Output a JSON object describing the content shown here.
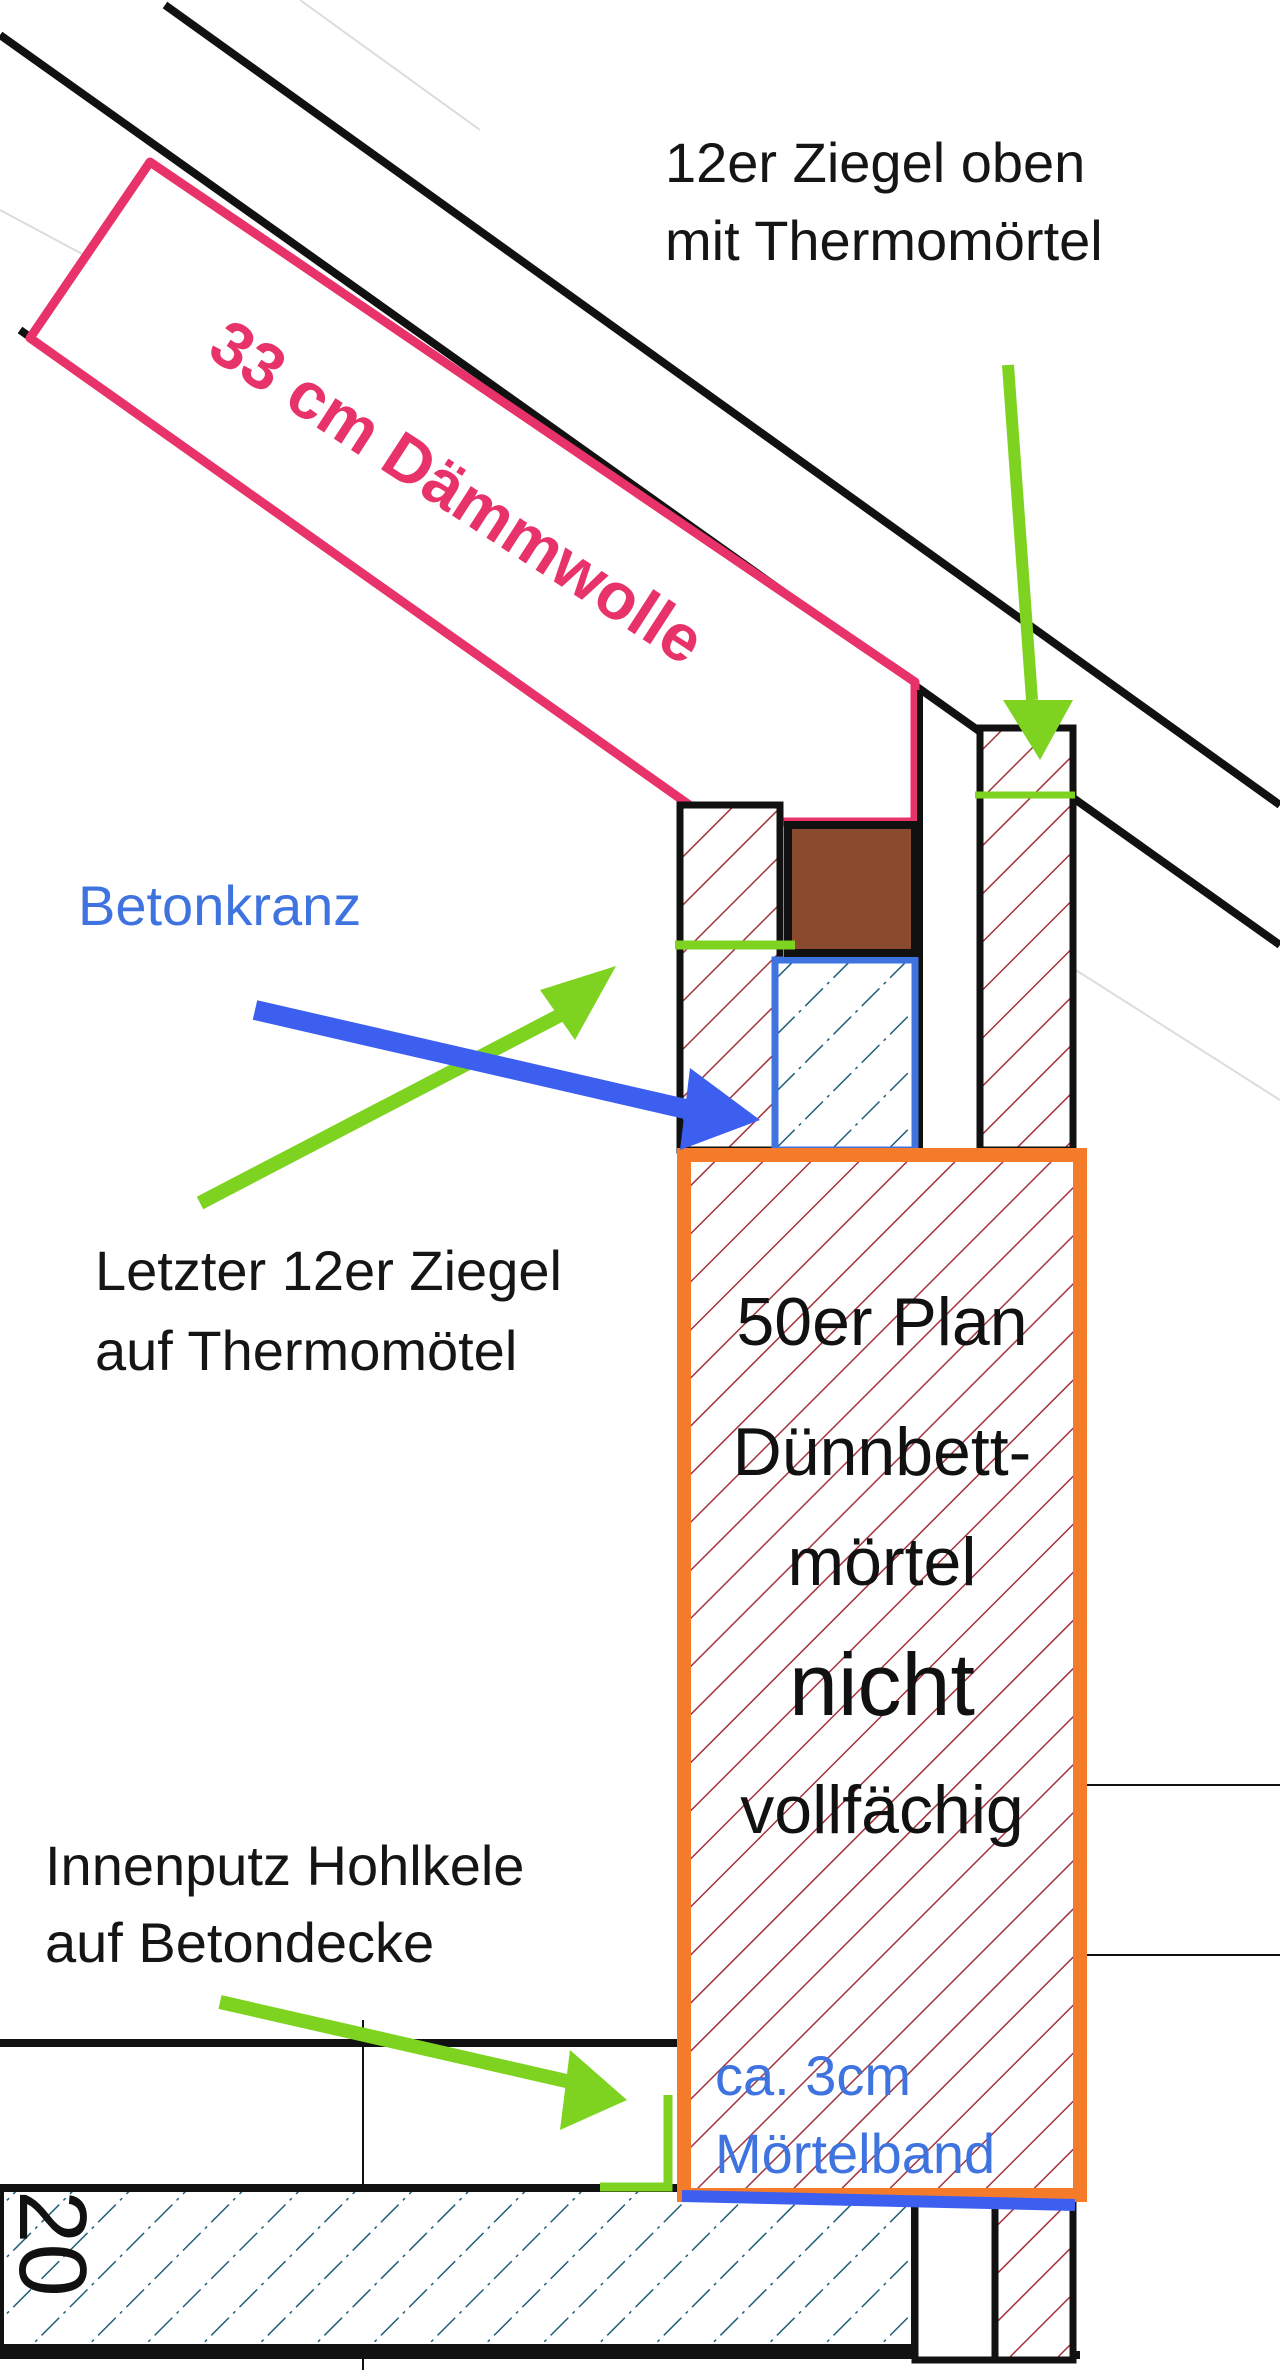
{
  "labels": {
    "insulation": "33 cm Dämmwolle",
    "top_brick_line1": "12er Ziegel oben",
    "top_brick_line2": "mit Thermomörtel",
    "concrete_ring": "Betonkranz",
    "last_brick_line1": "Letzter 12er Ziegel",
    "last_brick_line2": "auf Thermomötel",
    "plan_line1": "50er Plan",
    "plan_line2": "Dünnbett-",
    "plan_line3": "mörtel",
    "plan_line4": "nicht",
    "plan_line5": "vollfächig",
    "plaster_line1": "Innenputz Hohlkele",
    "plaster_line2": "auf Betondecke",
    "mortar_line1": "ca. 3cm",
    "mortar_line2": "Mörtelband",
    "slab_mark": "20"
  },
  "colors": {
    "outline": "#111111",
    "brick_hatch": "#a3333c",
    "concrete_hatch": "#1f5f78",
    "insulation": "#e8336a",
    "wooden_plate": "#8a4a2e",
    "wall_frame": "#f47b2a",
    "arrow_green": "#7ed321",
    "arrow_blue": "#3d5ff0",
    "label_blue": "#3f73e0"
  }
}
